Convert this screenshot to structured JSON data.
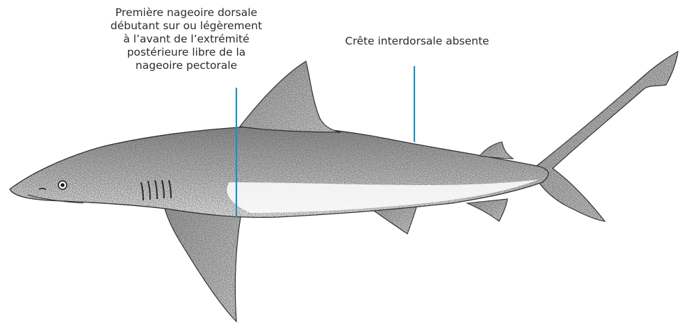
{
  "annotations": {
    "first_dorsal": {
      "lines": [
        "Première nageoire dorsale",
        "débutant sur ou légèrement",
        "à l’avant de l’extrémité",
        "postérieure libre de la",
        "nageoire pectorale"
      ]
    },
    "interdorsal_ridge": {
      "text": "Crête interdorsale absente"
    }
  },
  "colors": {
    "leader_line": "#1e8fc0",
    "outline": "#2a2a2a",
    "stipple": "#1c1c1c",
    "belly": "#ffffff"
  }
}
